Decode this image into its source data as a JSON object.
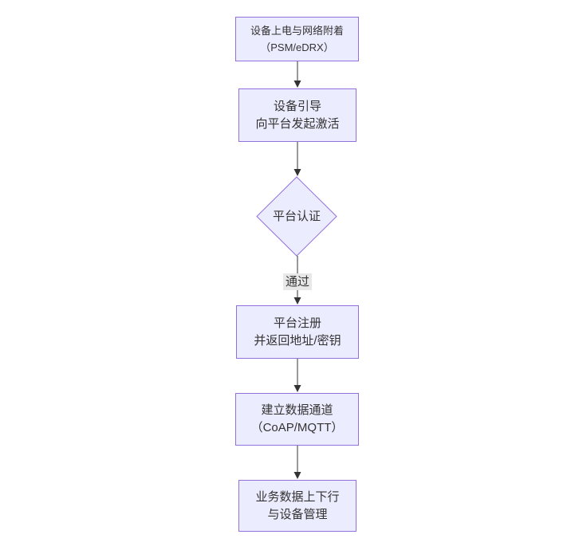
{
  "flowchart": {
    "direction": "top-down",
    "nodes": {
      "power_attach": {
        "shape": "rect",
        "line1": "设备上电与网络附着",
        "line2": "（PSM/eDRX）"
      },
      "bootstrap": {
        "shape": "rect",
        "line1": "设备引导",
        "line2": "向平台发起激活"
      },
      "platform_auth": {
        "shape": "diamond",
        "label": "平台认证"
      },
      "platform_register": {
        "shape": "rect",
        "line1": "平台注册",
        "line2": "并返回地址/密钥"
      },
      "data_channel": {
        "shape": "rect",
        "line1": "建立数据通道",
        "line2": "（CoAP/MQTT）"
      },
      "business_data": {
        "shape": "rect",
        "line1": "业务数据上下行",
        "line2": "与设备管理"
      }
    },
    "edges": [
      {
        "from": "power_attach",
        "to": "bootstrap",
        "label": ""
      },
      {
        "from": "bootstrap",
        "to": "platform_auth",
        "label": ""
      },
      {
        "from": "platform_auth",
        "to": "platform_register",
        "label": "通过"
      },
      {
        "from": "platform_register",
        "to": "data_channel",
        "label": ""
      },
      {
        "from": "data_channel",
        "to": "business_data",
        "label": ""
      }
    ],
    "colors": {
      "node_fill": "#ECECFF",
      "node_border": "#9370DB",
      "text": "#333333",
      "edge_line": "#333333",
      "arrowhead": "#333333",
      "edge_label_bg": "#e8e8e8",
      "background": "#ffffff"
    }
  }
}
